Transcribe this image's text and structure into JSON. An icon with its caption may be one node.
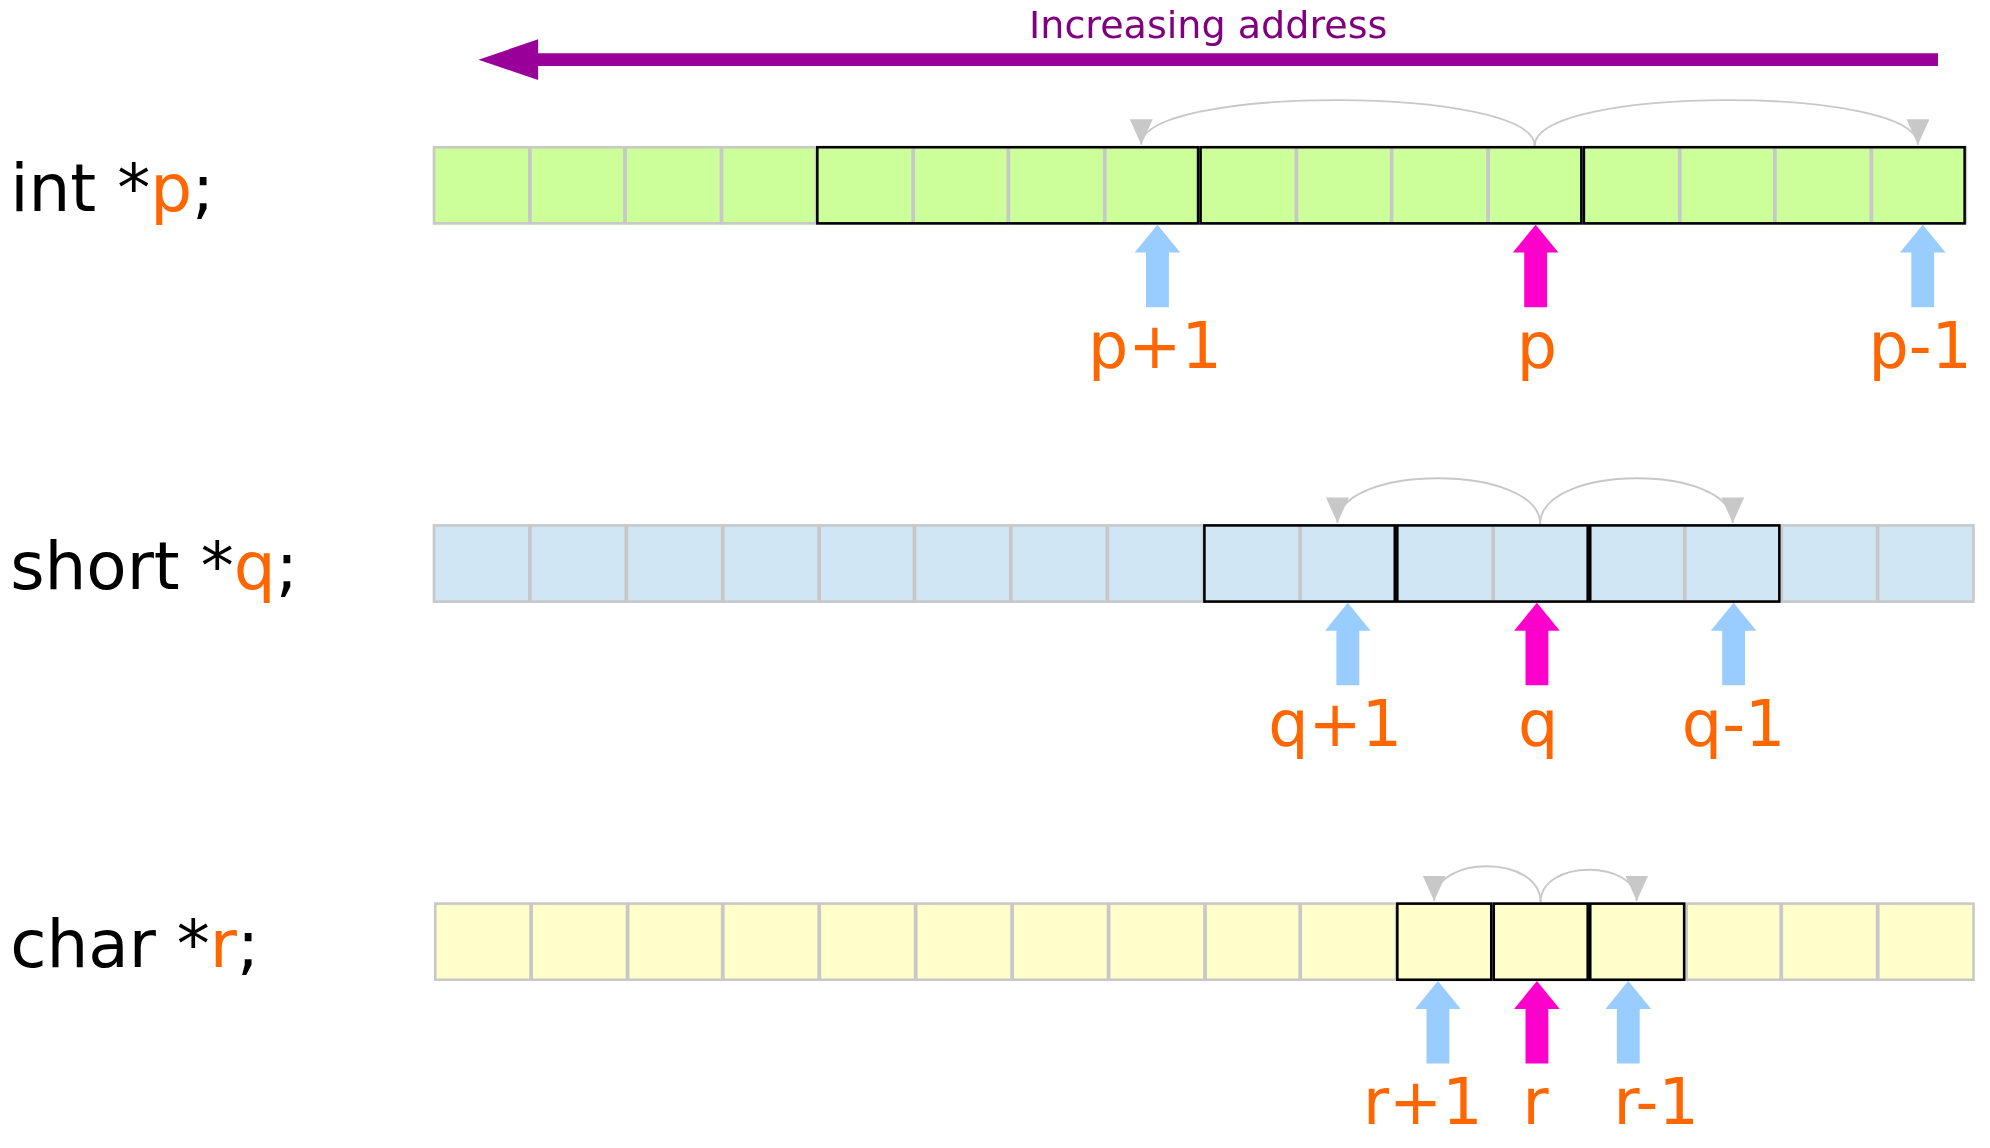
{
  "diagram": {
    "nodes": [
      {
        "text": [],
        "shape": "bar"
      },
      {
        "text": [],
        "shape": "box",
        "in": 0
      },
      {
        "text": [],
        "shape": "box",
        "in": 0
      },
      {
        "text": [],
        "shape": "box",
        "in": 0
      },
      {
        "text": [
          "p+1"
        ]
      },
      {
        "text": [
          "p"
        ]
      },
      {
        "text": [
          "p-1"
        ]
      },
      {
        "text": [],
        "shape": "bar"
      },
      {
        "text": [],
        "shape": "box",
        "in": 7
      },
      {
        "text": [],
        "shape": "box",
        "in": 7
      },
      {
        "text": [],
        "shape": "box",
        "in": 7
      },
      {
        "text": [
          "q+1"
        ]
      },
      {
        "text": [
          "q"
        ]
      },
      {
        "text": [
          "q-1"
        ]
      },
      {
        "text": [],
        "shape": "bar"
      },
      {
        "text": [],
        "shape": "box",
        "in": 14
      },
      {
        "text": [],
        "shape": "box",
        "in": 14
      },
      {
        "text": [],
        "shape": "box",
        "in": 14
      },
      {
        "text": [
          "r+1"
        ]
      },
      {
        "text": [
          "r"
        ]
      },
      {
        "text": [
          "r-1"
        ]
      }
    ],
    "edges": [
      {
        "from": 2,
        "to": 1,
        "arrow": "to",
        "color": "#c8c8c8"
      },
      {
        "from": 2,
        "to": 3,
        "arrow": "to",
        "color": "#c8c8c8"
      },
      {
        "from": 4,
        "to": 1,
        "arrow": "to",
        "color": "#99ccff"
      },
      {
        "from": 5,
        "to": 2,
        "arrow": "to",
        "color": "#ff00cc"
      },
      {
        "from": 6,
        "to": 3,
        "arrow": "to",
        "color": "#99ccff"
      },
      {
        "from": 9,
        "to": 8,
        "arrow": "to",
        "color": "#c8c8c8"
      },
      {
        "from": 9,
        "to": 10,
        "arrow": "to",
        "color": "#c8c8c8"
      },
      {
        "from": 11,
        "to": 8,
        "arrow": "to",
        "color": "#99ccff"
      },
      {
        "from": 12,
        "to": 9,
        "arrow": "to",
        "color": "#ff00cc"
      },
      {
        "from": 13,
        "to": 10,
        "arrow": "to",
        "color": "#99ccff"
      },
      {
        "from": 16,
        "to": 15,
        "arrow": "to",
        "color": "#c8c8c8"
      },
      {
        "from": 16,
        "to": 17,
        "arrow": "to",
        "color": "#c8c8c8"
      },
      {
        "from": 18,
        "to": 15,
        "arrow": "to",
        "color": "#99ccff"
      },
      {
        "from": 19,
        "to": 16,
        "arrow": "to",
        "color": "#ff00cc"
      },
      {
        "from": 20,
        "to": 17,
        "arrow": "to",
        "color": "#99ccff"
      }
    ],
    "labels": [
      "Increasing address",
      "int *p;",
      "short *q;",
      "char *r;"
    ]
  }
}
